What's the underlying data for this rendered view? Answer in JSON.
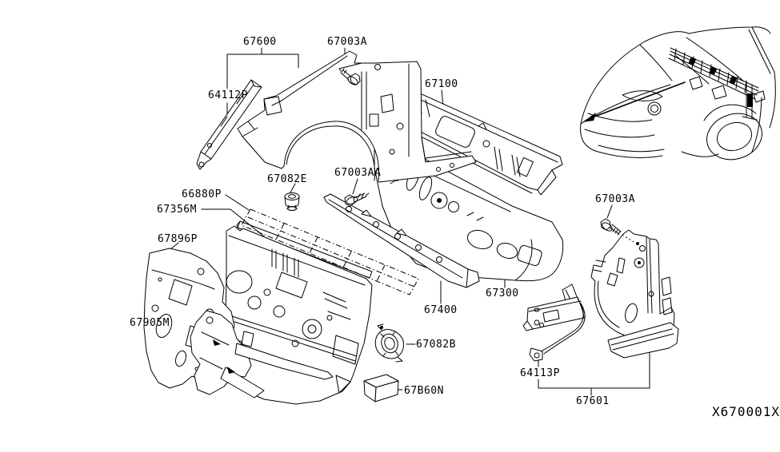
{
  "figure": {
    "type": "exploded-parts-diagram",
    "drawing_code": "X670001X",
    "colors": {
      "line": "#000000",
      "background": "#ffffff"
    },
    "labels": {
      "l67600": "67600",
      "l67003a_t": "67003A",
      "l64112p": "64112P",
      "l67100": "67100",
      "l67082e": "67082E",
      "l67003aa": "67003AA",
      "l66880p": "66880P",
      "l67356m": "67356M",
      "l67896p": "67896P",
      "l67905m": "67905M",
      "l67400": "67400",
      "l67300": "67300",
      "l67082b": "67082B",
      "l67b60n": "67B60N",
      "l67003a_r": "67003A",
      "l64113p": "64113P",
      "l67601": "67601"
    }
  }
}
